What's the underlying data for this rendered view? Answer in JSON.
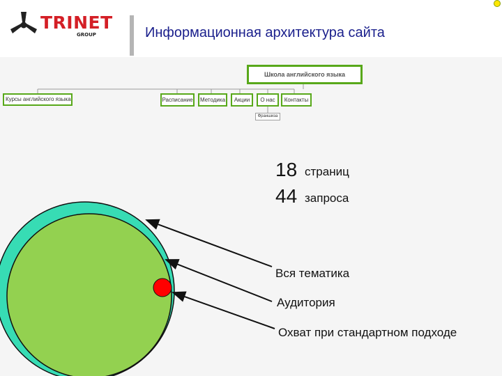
{
  "header": {
    "logo_text": "TRINET",
    "logo_sub": "GROUP",
    "title": "Информационная архитектура сайта"
  },
  "sitemap": {
    "root": "Школа английского языка",
    "side": "Курсы английского языка",
    "items": [
      "Расписание",
      "Методика",
      "Акции",
      "О нас",
      "Контакты"
    ],
    "sub": "Франшиза"
  },
  "stats": {
    "pages_count": "18",
    "pages_label": "страниц",
    "queries_count": "44",
    "queries_label": "запроса"
  },
  "labels": {
    "all_topics": "Вся тематика",
    "audience": "Аудитория",
    "standard_coverage": "Охват при стандартном подходе"
  },
  "colors": {
    "brand_red": "#d41f26",
    "title_blue": "#1a1f8c",
    "all_topics": "#37dcb4",
    "audience": "#93d150",
    "standard_coverage": "#ff0000",
    "sitemap_border": "#58a81a"
  }
}
